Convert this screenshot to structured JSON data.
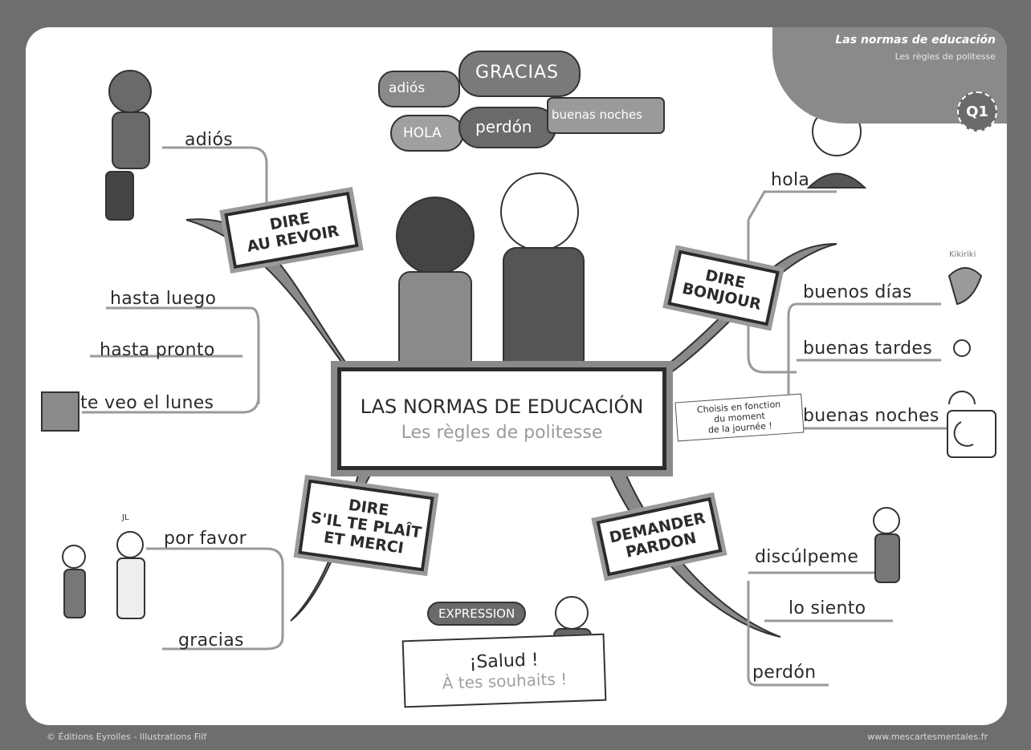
{
  "header": {
    "title": "Las normas de educación",
    "subtitle": "Les règles de politesse",
    "badge": "Q1"
  },
  "center": {
    "title": "LAS NORMAS DE EDUCACIÓN",
    "subtitle": "Les règles de politesse"
  },
  "bubbles": [
    "adiós",
    "GRACIAS",
    "HOLA",
    "perdón",
    "buenas noches"
  ],
  "branches": {
    "goodbye": {
      "label": "DIRE\nAU REVOIR",
      "words": [
        "adiós",
        "hasta luego",
        "hasta pronto",
        "te veo el lunes"
      ]
    },
    "hello": {
      "label": "DIRE\nBONJOUR",
      "words": [
        "hola",
        "buenos días",
        "buenas tardes",
        "buenas noches"
      ],
      "rooster": "Kikiriki",
      "note": "Choisis en fonction\ndu moment\nde la journée !"
    },
    "please": {
      "label": "DIRE\nS'IL TE PLAÎT\nET MERCI",
      "words": [
        "por favor",
        "gracias"
      ],
      "chef_hat": "JL"
    },
    "sorry": {
      "label": "DEMANDER\nPARDON",
      "words": [
        "discúlpeme",
        "lo siento",
        "perdón"
      ]
    }
  },
  "expression": {
    "tag": "EXPRESSION",
    "spanish": "¡Salud !",
    "french": "À tes souhaits !"
  },
  "footer": {
    "left": "© Éditions Eyrolles - Illustrations Filf",
    "right": "www.mescartesmentales.fr"
  },
  "colors": {
    "frame": "#6e6e6e",
    "branch": "#7a7a7a",
    "ink": "#2b2b2b",
    "accent": "#8a8a8a"
  }
}
